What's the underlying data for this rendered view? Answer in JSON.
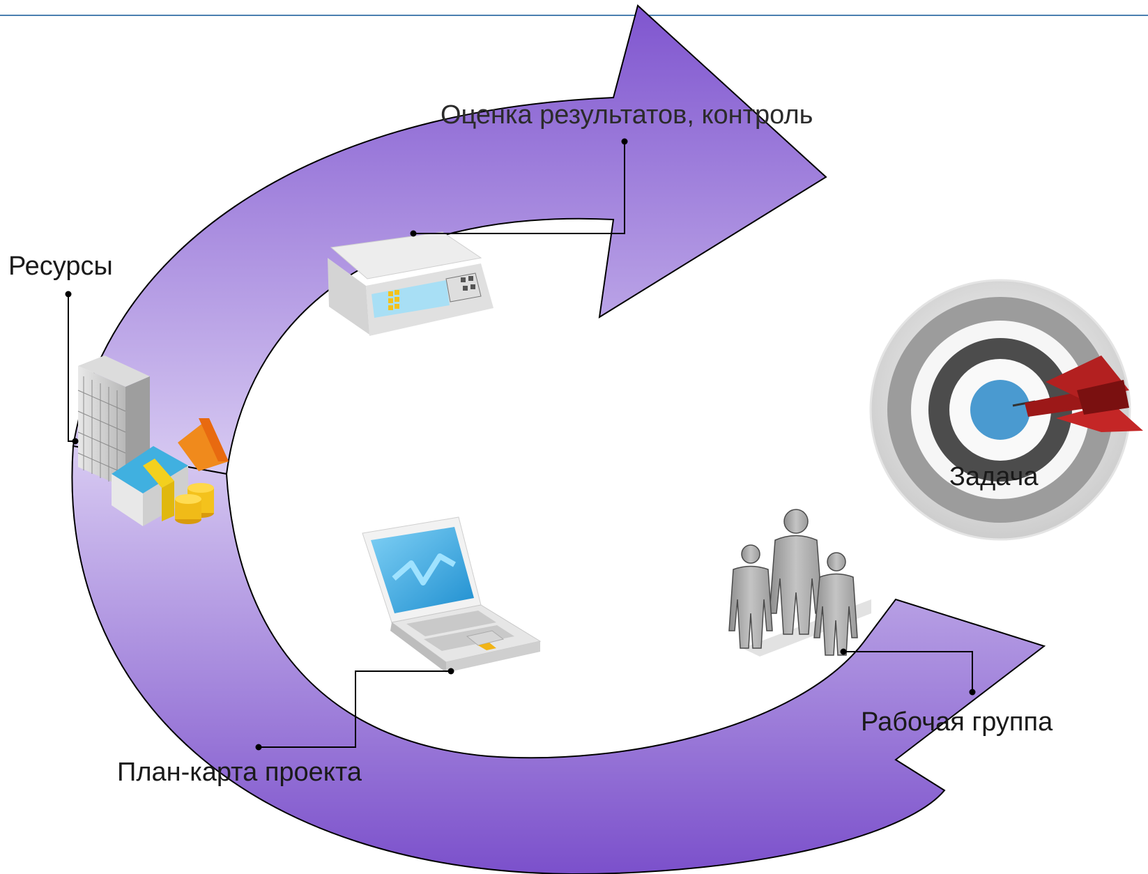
{
  "labels": {
    "evaluation": "Оценка результатов, контроль",
    "resources": "Ресурсы",
    "task": "Задача",
    "plan_map": "План-карта проекта",
    "work_group": "Рабочая группа"
  },
  "icons": {
    "scale": "scale-icon",
    "buildings_money": "buildings-money-icon",
    "laptop": "laptop-icon",
    "people": "people-group-icon",
    "target": "target-dart-icon"
  },
  "colors": {
    "arrow_dark": "#7b53cc",
    "arrow_light": "#ddd0f3",
    "top_rule": "#4a7fb0",
    "target_center": "#4a9ad0",
    "dart": "#b01818"
  }
}
